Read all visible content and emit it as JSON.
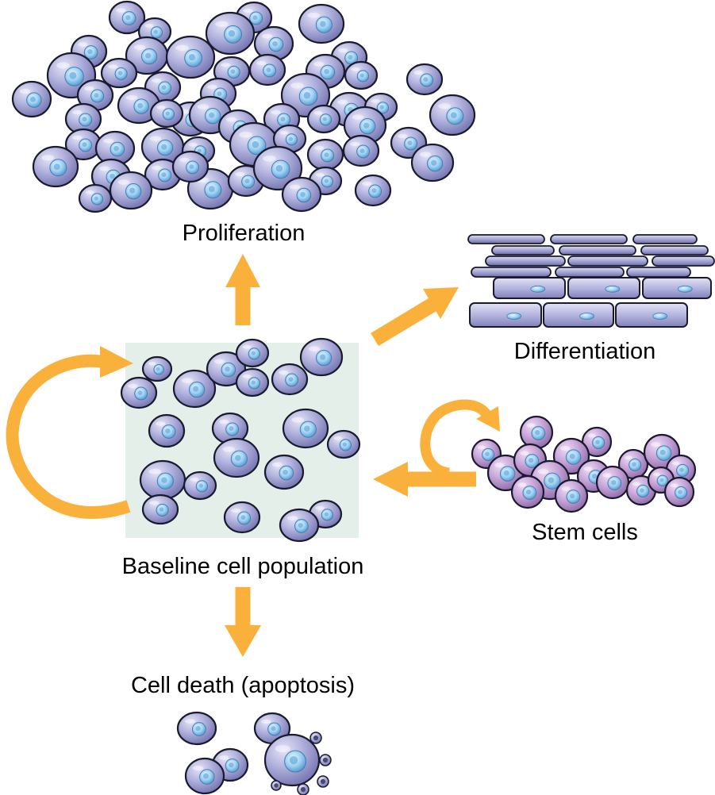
{
  "labels": {
    "proliferation": "Proliferation",
    "differentiation": "Differentiation",
    "stem_cells": "Stem cells",
    "baseline": "Baseline cell population",
    "apoptosis": "Cell death (apoptosis)"
  },
  "colors": {
    "arrow": "#f9b13b",
    "cell_fill": "#a9a9d8",
    "cell_fill_light": "#d8d8f0",
    "cell_dark": "#6a6aa8",
    "nucleus": "#9ed0ee",
    "nucleus_dark": "#4f93c9",
    "stem_fill": "#c9a8d8",
    "stem_dark": "#8a6aa8",
    "baseline_bg": "#e6f0ea",
    "outline": "#1a1a2e"
  }
}
